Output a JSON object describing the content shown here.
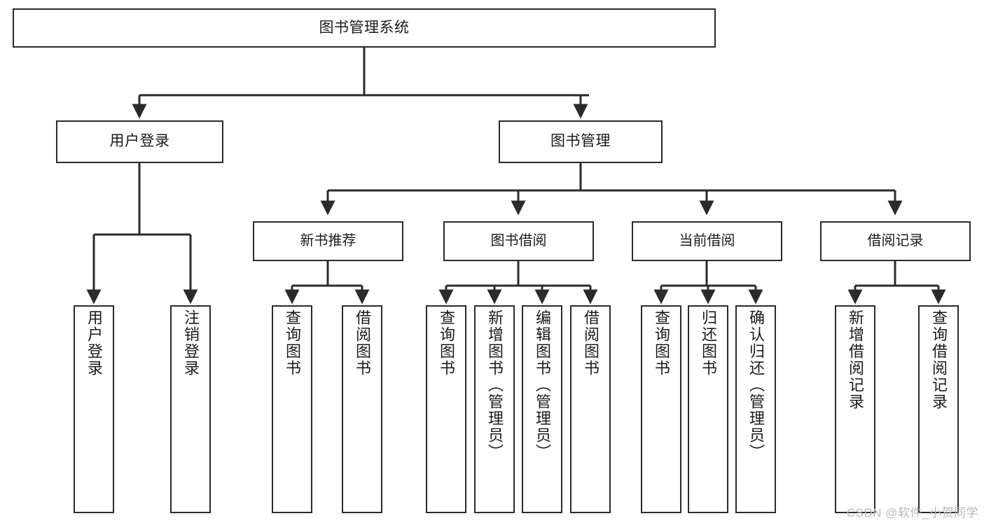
{
  "diagram": {
    "title": "图书管理系统",
    "watermark": "CSDN @软件_小贺同学",
    "line_color": "#2b2b2b",
    "box_fill": "#ffffff",
    "background": "#ffffff",
    "nodes": {
      "root": {
        "label": "图书管理系统"
      },
      "level1": [
        {
          "id": "user-login",
          "label": "用户登录"
        },
        {
          "id": "book-management",
          "label": "图书管理"
        }
      ],
      "level2": [
        {
          "id": "new-book-recommend",
          "label": "新书推荐"
        },
        {
          "id": "book-borrow",
          "label": "图书借阅"
        },
        {
          "id": "current-borrow",
          "label": "当前借阅"
        },
        {
          "id": "borrow-record",
          "label": "借阅记录"
        }
      ],
      "leaves": {
        "user_login": [
          {
            "id": "leaf-user-login",
            "label": "用户登录"
          },
          {
            "id": "leaf-logout",
            "label": "注销登录"
          }
        ],
        "new_book_recommend": [
          {
            "id": "leaf-query-book-1",
            "label": "查询图书"
          },
          {
            "id": "leaf-borrow-book-1",
            "label": "借阅图书"
          }
        ],
        "book_borrow": [
          {
            "id": "leaf-query-book-2",
            "label": "查询图书"
          },
          {
            "id": "leaf-add-book",
            "label": "新增图书（管理员）"
          },
          {
            "id": "leaf-edit-book",
            "label": "编辑图书（管理员）"
          },
          {
            "id": "leaf-borrow-book-2",
            "label": "借阅图书"
          }
        ],
        "current_borrow": [
          {
            "id": "leaf-query-book-3",
            "label": "查询图书"
          },
          {
            "id": "leaf-return-book",
            "label": "归还图书"
          },
          {
            "id": "leaf-confirm-return",
            "label": "确认归还（管理员）"
          }
        ],
        "borrow_record": [
          {
            "id": "leaf-add-record",
            "label": "新增借阅记录"
          },
          {
            "id": "leaf-query-record",
            "label": "查询借阅记录"
          }
        ]
      }
    }
  }
}
